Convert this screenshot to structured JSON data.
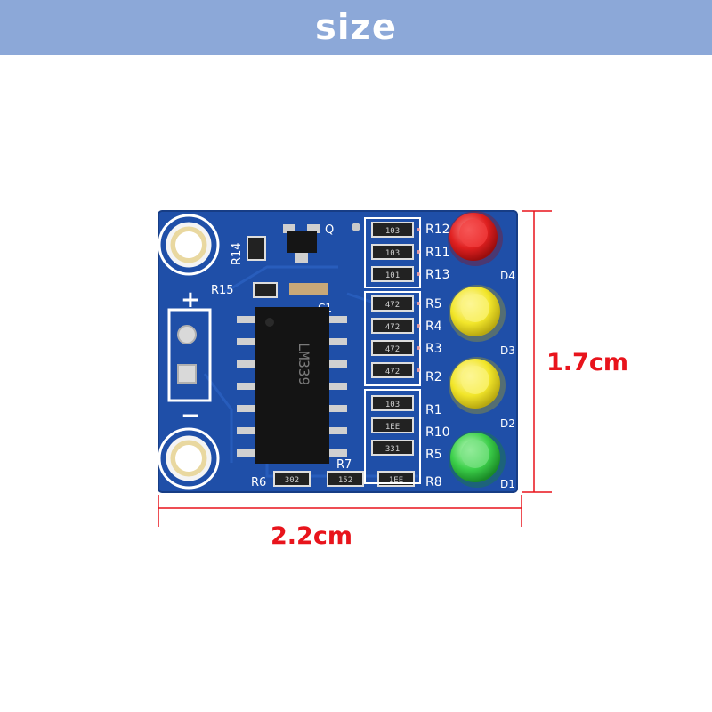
{
  "banner": {
    "title": "size",
    "color": "#8ca8d8"
  },
  "dimensions": {
    "height_label": "1.7cm",
    "width_label": "2.2cm",
    "color": "#e8141c"
  },
  "board": {
    "color": "#1f4fa8",
    "silkscreen": {
      "r14": "R14",
      "q": "Q",
      "r15": "R15",
      "c1": "C1",
      "r7": "R7",
      "r6": "R6",
      "plus": "+",
      "minus": "−",
      "r12": "R12",
      "r11": "R11",
      "r13": "R13",
      "r5a": "R5",
      "r4": "R4",
      "r3": "R3",
      "r2": "R2",
      "r1": "R1",
      "r10": "R10",
      "r5b": "R5",
      "r8": "R8",
      "d4": "D4",
      "d3": "D3",
      "d2": "D2",
      "d1": "D1"
    },
    "resistor_codes": [
      "103",
      "103",
      "101",
      "472",
      "472",
      "472",
      "472",
      "103",
      "1EE",
      "331",
      "302",
      "152",
      "1EE"
    ],
    "ic_marking": "LM339",
    "leds": [
      {
        "color_name": "red",
        "color": "#e02020"
      },
      {
        "color_name": "yellow",
        "color": "#f0e020"
      },
      {
        "color_name": "yellow",
        "color": "#f0e020"
      },
      {
        "color_name": "green",
        "color": "#30c040"
      }
    ]
  }
}
